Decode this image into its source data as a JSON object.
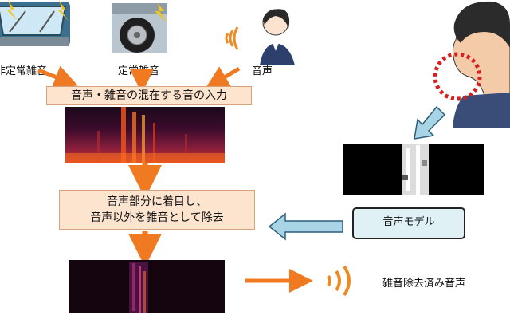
{
  "sources": [
    {
      "id": "windshield",
      "label": "非定常雑音",
      "icon": "windshield-rain-icon"
    },
    {
      "id": "tire",
      "label": "定常雑音",
      "icon": "tire-icon"
    },
    {
      "id": "speaker",
      "label": "音声",
      "icon": "speaking-person-icon"
    }
  ],
  "input_box": {
    "label": "音声・雑音の混在する音の入力"
  },
  "process_box": {
    "line1": "音声部分に着目し、",
    "line2": "音声以外を雑音として除去"
  },
  "model_box": {
    "label": "音声モデル"
  },
  "output": {
    "label": "雑音除去済み音声"
  },
  "colors": {
    "arrow": "#f07a22",
    "box_fill": "#fce4cf",
    "model_fill": "#dff1f5",
    "blue_arrow": "#a9d4e6",
    "dotted_circle": "#d62020"
  }
}
